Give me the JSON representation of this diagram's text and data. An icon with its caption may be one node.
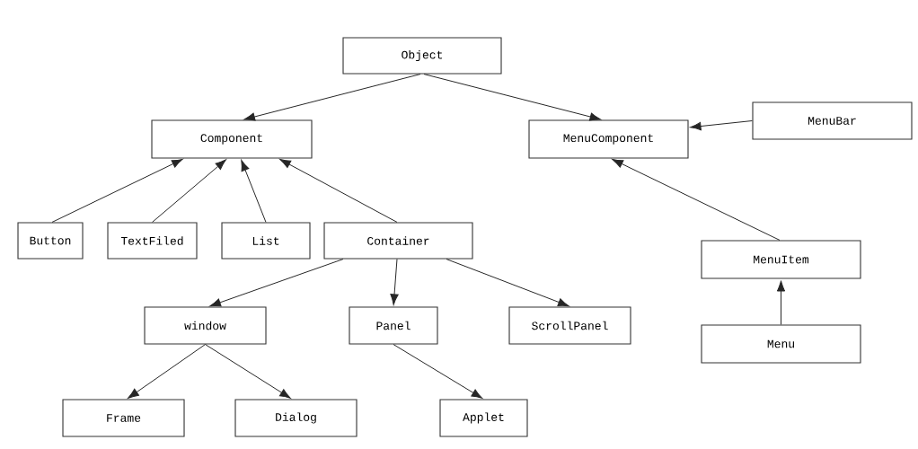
{
  "diagram": {
    "nodes": [
      {
        "text": [
          "Object"
        ]
      },
      {
        "text": [
          "Component"
        ]
      },
      {
        "text": [
          "MenuComponent"
        ]
      },
      {
        "text": [
          "MenuBar"
        ]
      },
      {
        "text": [
          "Button"
        ]
      },
      {
        "text": [
          "TextFiled"
        ]
      },
      {
        "text": [
          "List"
        ]
      },
      {
        "text": [
          "Container"
        ]
      },
      {
        "text": [
          "window"
        ]
      },
      {
        "text": [
          "Panel"
        ]
      },
      {
        "text": [
          "ScrollPanel"
        ]
      },
      {
        "text": [
          "MenuItem"
        ]
      },
      {
        "text": [
          "Menu"
        ]
      },
      {
        "text": [
          "Frame"
        ]
      },
      {
        "text": [
          "Dialog"
        ]
      },
      {
        "text": [
          "Applet"
        ]
      }
    ],
    "edges": [
      {
        "from": 0,
        "to": 1,
        "arrow": "to"
      },
      {
        "from": 0,
        "to": 2,
        "arrow": "to"
      },
      {
        "from": 3,
        "to": 2,
        "arrow": "to"
      },
      {
        "from": 4,
        "to": 1,
        "arrow": "to"
      },
      {
        "from": 5,
        "to": 1,
        "arrow": "to"
      },
      {
        "from": 6,
        "to": 1,
        "arrow": "to"
      },
      {
        "from": 7,
        "to": 1,
        "arrow": "to"
      },
      {
        "from": 7,
        "to": 8,
        "arrow": "to"
      },
      {
        "from": 7,
        "to": 9,
        "arrow": "to"
      },
      {
        "from": 7,
        "to": 10,
        "arrow": "to"
      },
      {
        "from": 8,
        "to": 13,
        "arrow": "to"
      },
      {
        "from": 8,
        "to": 14,
        "arrow": "to"
      },
      {
        "from": 9,
        "to": 15,
        "arrow": "to"
      },
      {
        "from": 11,
        "to": 2,
        "arrow": "to"
      },
      {
        "from": 12,
        "to": 11,
        "arrow": "to"
      }
    ]
  }
}
